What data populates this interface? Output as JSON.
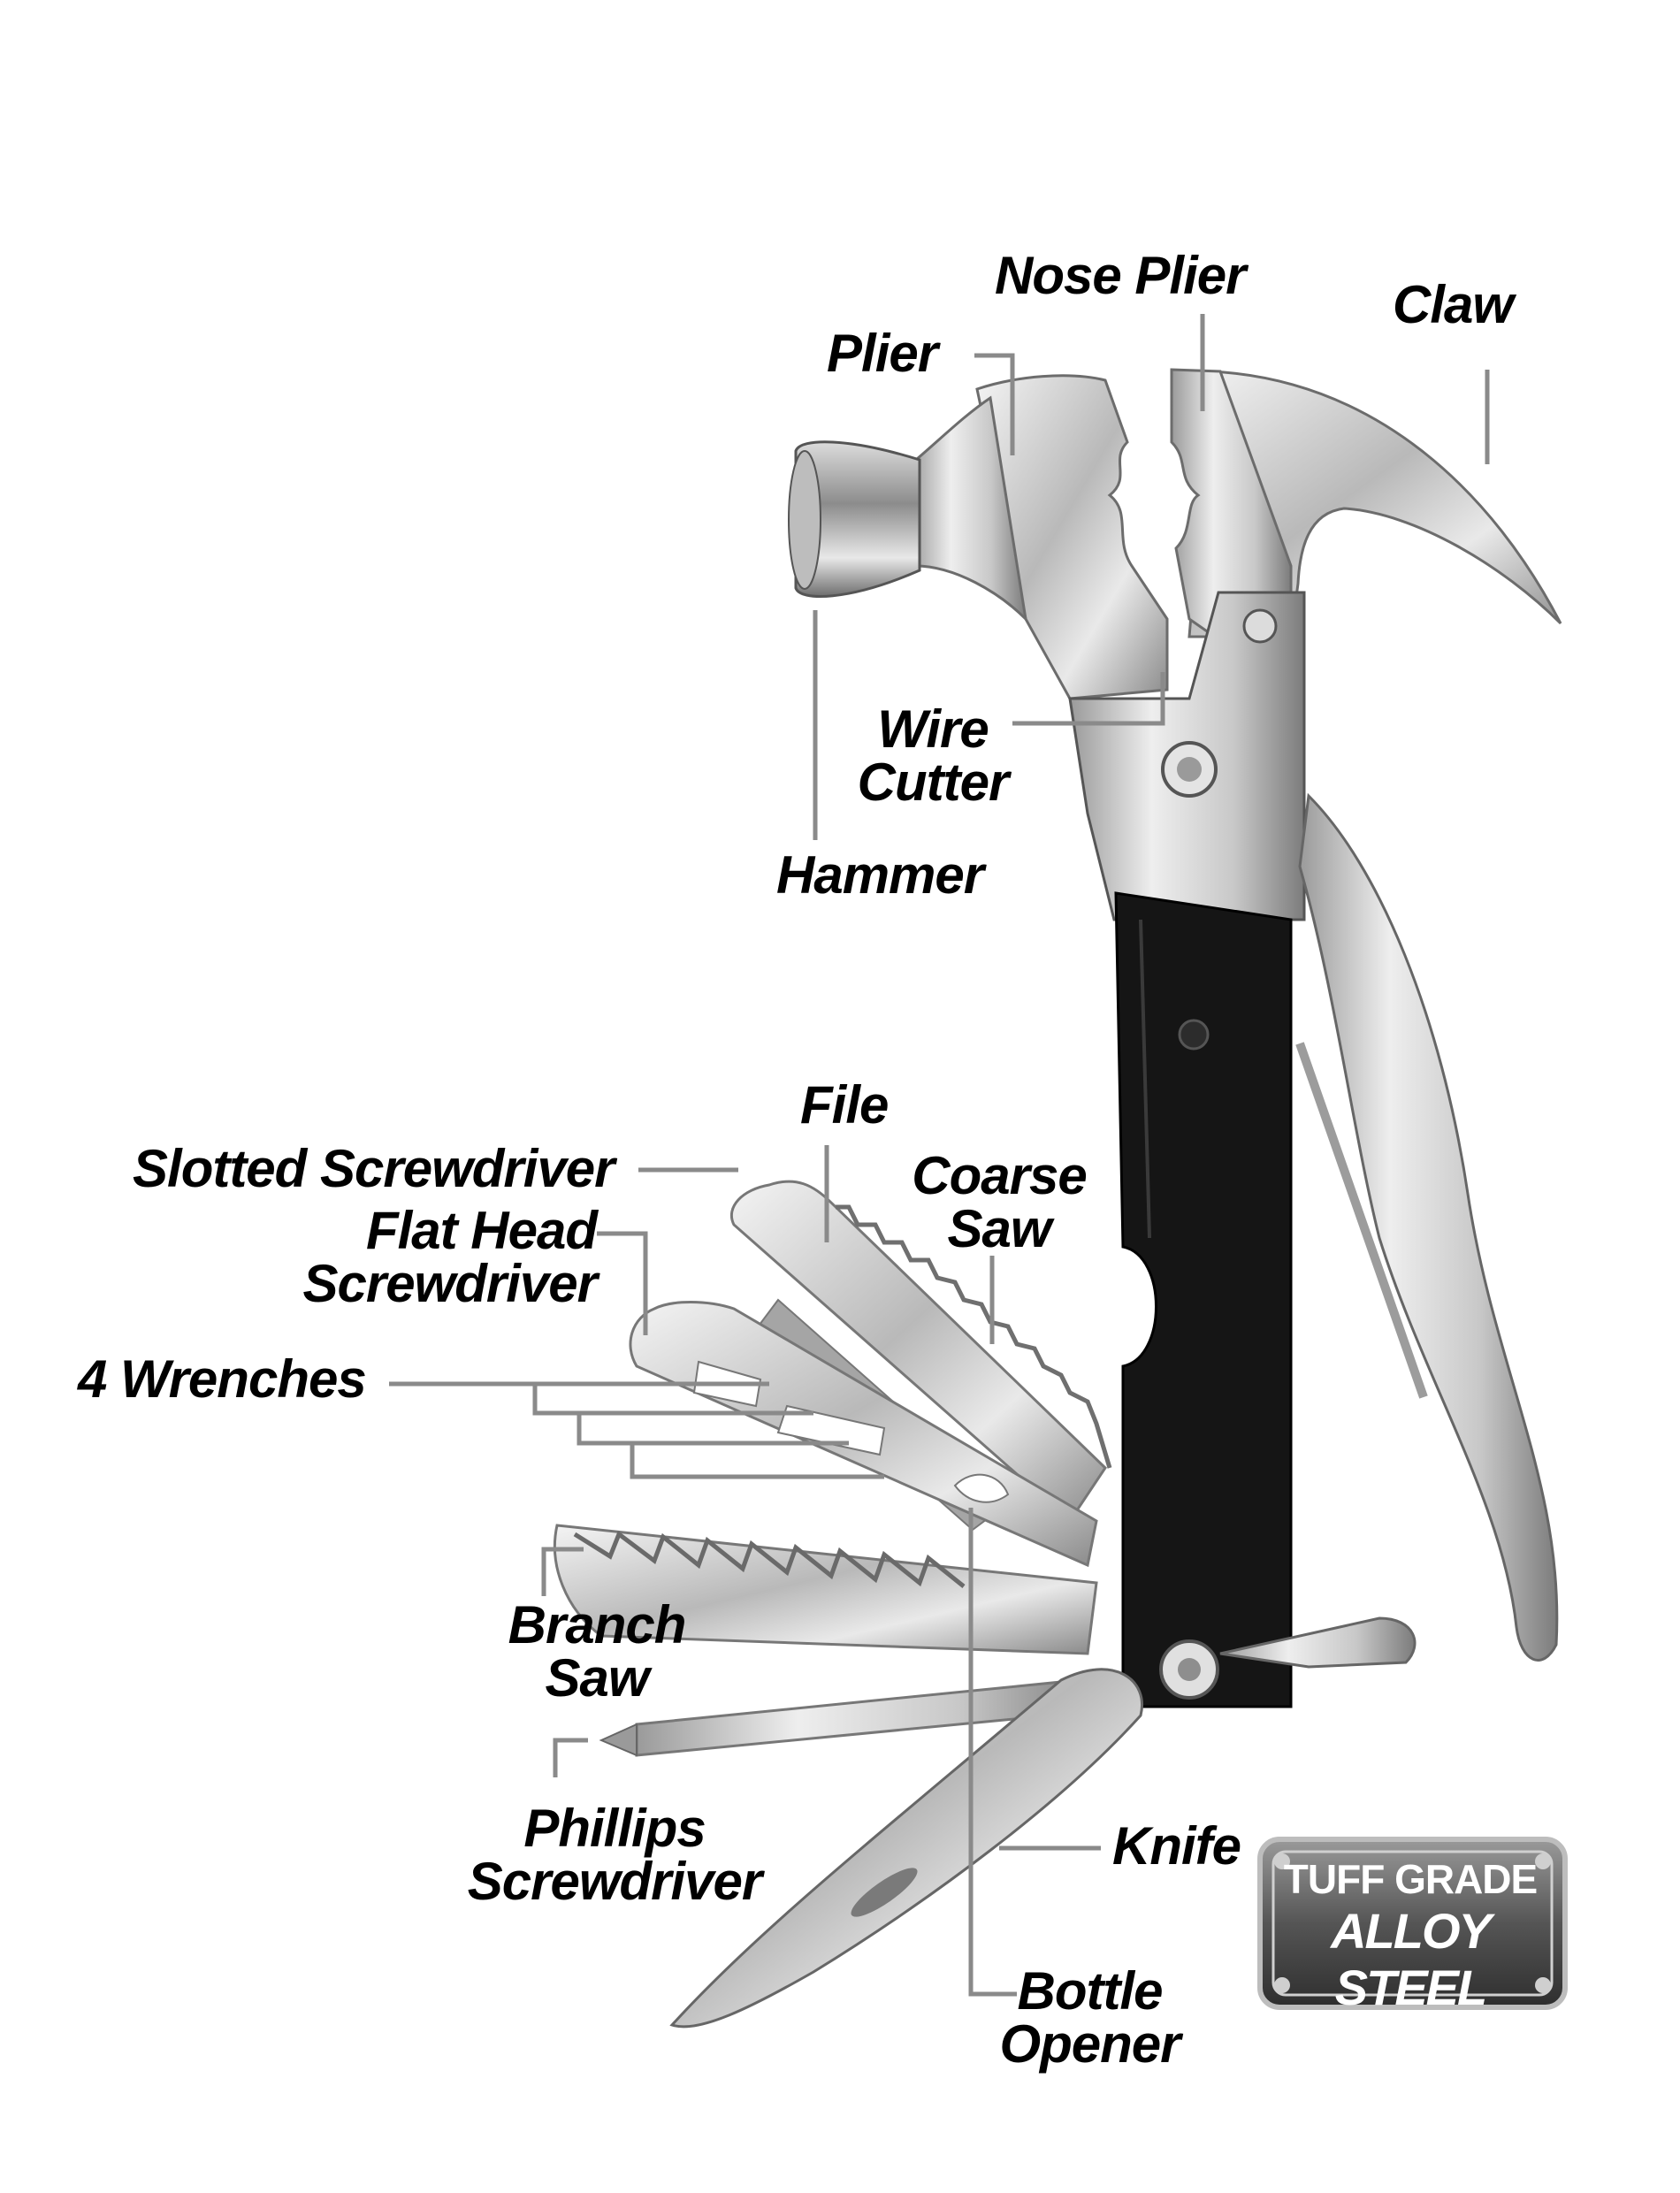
{
  "labels": {
    "nose_plier": "Nose Plier",
    "claw": "Claw",
    "plier": "Plier",
    "wire_cutter": [
      "Wire",
      "Cutter"
    ],
    "hammer": "Hammer",
    "file": "File",
    "slotted_screwdriver": "Slotted Screwdriver",
    "coarse_saw": [
      "Coarse",
      "Saw"
    ],
    "flat_head_screwdriver": [
      "Flat Head",
      "Screwdriver"
    ],
    "wrenches": "4 Wrenches",
    "branch_saw": [
      "Branch",
      "Saw"
    ],
    "phillips_screwdriver": [
      "Phillips",
      "Screwdriver"
    ],
    "knife": "Knife",
    "bottle_opener": [
      "Bottle",
      "Opener"
    ]
  },
  "badge": {
    "line1": "TUFF GRADE",
    "line2": "ALLOY STEEL"
  },
  "colors": {
    "leader_line": "#8a8a8a",
    "handle": "#141414",
    "steel_light": "#e6e6e6",
    "steel_dark": "#8e8e8e",
    "badge_bg": "#6a6a6a"
  }
}
